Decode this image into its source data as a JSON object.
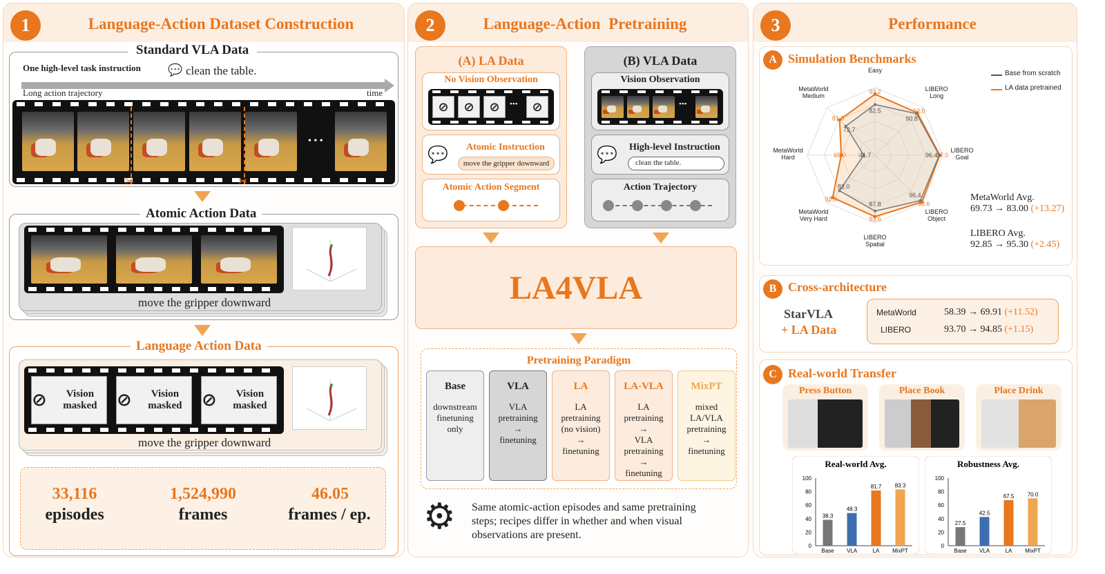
{
  "p1": {
    "num": "1",
    "title": "Language-Action Dataset Construction",
    "std_title": "Standard VLA Data",
    "instr_label": "One high-level task instruction",
    "instr_text": "clean the table.",
    "traj_label": "Long action trajectory",
    "time_label": "time",
    "ellipsis": "• • •",
    "atomic_title": "Atomic Action Data",
    "atomic_caption": "move the gripper downward",
    "la_title": "Language Action Data",
    "masked": "Vision masked",
    "la_caption": "move the gripper downward",
    "stats": [
      {
        "value": "33,116",
        "label": "episodes"
      },
      {
        "value": "1,524,990",
        "label": "frames"
      },
      {
        "value": "46.05",
        "label": "frames / ep."
      }
    ]
  },
  "p2": {
    "num": "2",
    "title": "Language-Action  Pretraining",
    "a_title": "(A) LA Data",
    "no_vision": "No Vision Observation",
    "atomic_instr": "Atomic Instruction",
    "atomic_instr_text": "move the gripper downward",
    "atomic_seg": "Atomic Action Segment",
    "b_title": "(B) VLA Data",
    "vision_obs": "Vision Observation",
    "hl_instr": "High-level Instruction",
    "hl_instr_text": "clean the table.",
    "action_traj": "Action Trajectory",
    "center": "LA4VLA",
    "paradigm": "Pretraining Paradigm",
    "cols": [
      {
        "name": "Base",
        "lines": [
          "downstream",
          "finetuning",
          "only"
        ]
      },
      {
        "name": "VLA",
        "lines": [
          "VLA",
          "pretraining",
          "→",
          "finetuning"
        ]
      },
      {
        "name": "LA",
        "lines": [
          "LA",
          "pretraining",
          "(no vision)",
          "→",
          "finetuning"
        ]
      },
      {
        "name": "LA-VLA",
        "lines": [
          "LA",
          "pretraining",
          "→",
          "VLA",
          "pretraining",
          "→",
          "finetuning"
        ]
      },
      {
        "name": "MixPT",
        "lines": [
          "mixed",
          "LA/VLA",
          "pretraining",
          "→",
          "finetuning"
        ]
      }
    ],
    "note": [
      "Same atomic-action episodes and same pretraining",
      "steps; recipes differ in whether and when visual",
      "observations are present."
    ]
  },
  "p3": {
    "num": "3",
    "title": "Performance",
    "a_badge": "A",
    "a_title": "Simulation Benchmarks",
    "legend": [
      "Base from scratch",
      "LA data pretrained"
    ],
    "axes": [
      [
        "MetaWorld",
        "Easy"
      ],
      [
        "LIBERO",
        "Long"
      ],
      [
        "LIBERO",
        "Goal"
      ],
      [
        "LIBERO",
        "Object"
      ],
      [
        "LIBERO",
        "Spatial"
      ],
      [
        "MetaWorld",
        "Very Hard"
      ],
      [
        "MetaWorld",
        "Hard"
      ],
      [
        "MetaWorld",
        "Medium"
      ]
    ],
    "mw_avg_label": "MetaWorld Avg.",
    "mw_avg": "69.73 → 83.00",
    "mw_delta": "(+13.27)",
    "lb_avg_label": "LIBERO Avg.",
    "lb_avg": "92.85 → 95.30",
    "lb_delta": "(+2.45)",
    "b_badge": "B",
    "b_title": "Cross-architecture",
    "starvla": "StarVLA",
    "la_data": "+ LA Data",
    "cross": [
      {
        "name": "MetaWorld",
        "val": "58.39 → 69.91",
        "delta": "(+11.52)"
      },
      {
        "name": "LIBERO",
        "val": "93.70 → 94.85",
        "delta": "(+1.15)"
      }
    ],
    "c_badge": "C",
    "c_title": "Real-world Transfer",
    "tasks": [
      "Press Button",
      "Place Book",
      "Place Drink"
    ]
  },
  "radar": {
    "base": [
      82.5,
      90.8,
      96.4,
      96.4,
      87.8,
      82.0,
      41.7,
      72.7
    ],
    "la": [
      93.2,
      92.0,
      97.0,
      98.6,
      93.6,
      92.0,
      65.0,
      81.8
    ]
  },
  "chart_data": [
    {
      "type": "radar",
      "axes": [
        "MetaWorld Easy",
        "LIBERO Long",
        "LIBERO Goal",
        "LIBERO Object",
        "LIBERO Spatial",
        "MetaWorld Very Hard",
        "MetaWorld Hard",
        "MetaWorld Medium"
      ],
      "series": [
        {
          "name": "Base from scratch",
          "values": [
            82.5,
            90.8,
            96.4,
            96.4,
            87.8,
            82.0,
            41.7,
            72.7
          ]
        },
        {
          "name": "LA data pretrained",
          "values": [
            93.2,
            92.0,
            97.0,
            98.6,
            93.6,
            92.0,
            65.0,
            81.8
          ]
        }
      ]
    },
    {
      "type": "bar",
      "title": "Real-world Avg.",
      "categories": [
        "Base",
        "VLA",
        "LA",
        "MixPT"
      ],
      "values": [
        38.3,
        48.3,
        81.7,
        83.3
      ],
      "ylim": [
        0,
        100
      ],
      "yticks": [
        0,
        20,
        40,
        60,
        80,
        100
      ]
    },
    {
      "type": "bar",
      "title": "Robustness Avg.",
      "categories": [
        "Base",
        "VLA",
        "LA",
        "MixPT"
      ],
      "values": [
        27.5,
        42.5,
        67.5,
        70.0
      ],
      "ylim": [
        0,
        100
      ],
      "yticks": [
        0,
        20,
        40,
        60,
        80,
        100
      ]
    }
  ],
  "colors": {
    "accent": "#e8771e",
    "base": "#777777",
    "vla": "#3d6fb0",
    "la": "#e8771e",
    "mix": "#f0a552"
  }
}
